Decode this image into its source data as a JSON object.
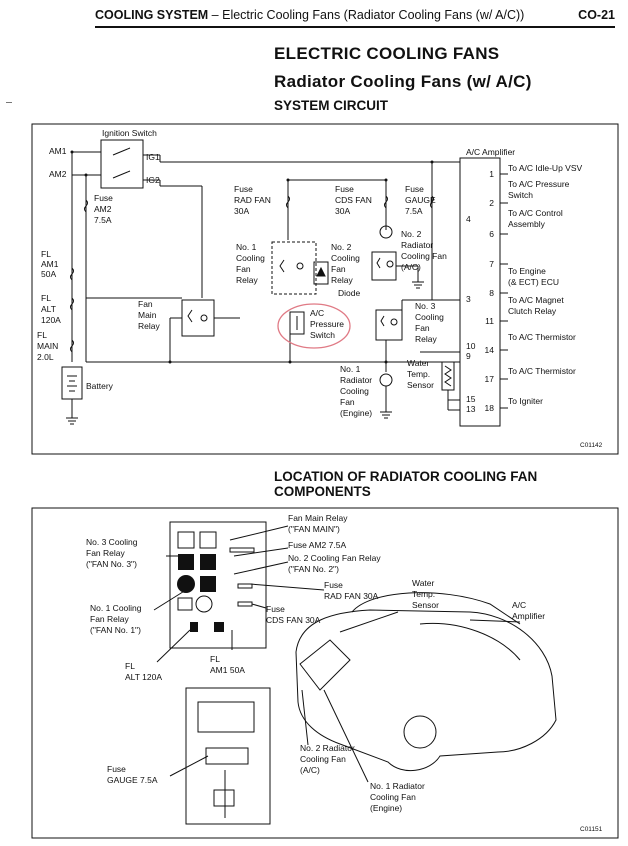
{
  "header": {
    "section": "COOLING SYSTEM",
    "subtitle": " – Electric Cooling Fans (Radiator Cooling Fans (w/ A/C))",
    "page": "CO-21"
  },
  "titles": {
    "main": "ELECTRIC COOLING FANS",
    "sub": "Radiator Cooling Fans (w/ A/C)",
    "circuit": "SYSTEM CIRCUIT",
    "location": "LOCATION OF RADIATOR COOLING FAN COMPONENTS"
  },
  "circuit": {
    "ignition_switch": "Ignition Switch",
    "am1": "AM1",
    "am2": "AM2",
    "ig1": "IG1",
    "ig2": "IG2",
    "fuse_am2": [
      "Fuse",
      "AM2",
      "7.5A"
    ],
    "fl_am1": [
      "FL",
      "AM1",
      "50A"
    ],
    "fl_alt": [
      "FL",
      "ALT",
      "120A"
    ],
    "fl_main": [
      "FL",
      "MAIN",
      "2.0L"
    ],
    "battery": "Battery",
    "fan_main_relay": [
      "Fan",
      "Main",
      "Relay"
    ],
    "fuse_rad_fan": [
      "Fuse",
      "RAD FAN",
      "30A"
    ],
    "fuse_cds_fan": [
      "Fuse",
      "CDS FAN",
      "30A"
    ],
    "fuse_gauge": [
      "Fuse",
      "GAUGE",
      "7.5A"
    ],
    "no1_relay": [
      "No. 1",
      "Cooling",
      "Fan",
      "Relay"
    ],
    "no2_relay": [
      "No. 2",
      "Cooling",
      "Fan",
      "Relay"
    ],
    "diode": "Diode",
    "no2_fan": [
      "No. 2",
      "Radiator",
      "Cooling Fan",
      "(A/C)"
    ],
    "no3_relay": [
      "No. 3",
      "Cooling",
      "Fan",
      "Relay"
    ],
    "ac_pressure": [
      "A/C",
      "Pressure",
      "Switch"
    ],
    "water_temp": [
      "Water",
      "Temp.",
      "Sensor"
    ],
    "no1_fan": [
      "No. 1",
      "Radiator",
      "Cooling",
      "Fan",
      "(Engine)"
    ],
    "ac_amplifier": "A/C Amplifier",
    "terminals": [
      {
        "num": "1",
        "label": "To A/C Idle-Up VSV"
      },
      {
        "num": "2",
        "label": "To A/C Pressure Switch"
      },
      {
        "num": "6",
        "label": "To A/C Control Assembly"
      },
      {
        "num": "7",
        "label": "To Engine (& ECT) ECU"
      },
      {
        "num": "8",
        "label": "To A/C Magnet Clutch Relay"
      },
      {
        "num": "11",
        "label": "To A/C Thermistor"
      },
      {
        "num": "14",
        "label": "To A/C Thermistor"
      },
      {
        "num": "17",
        "label": "To A/C Thermistor"
      },
      {
        "num": "18",
        "label": "To Igniter"
      }
    ],
    "pin_4": "4",
    "pin_3": "3",
    "pin_10": "10",
    "pin_9": "9",
    "pin_15": "15",
    "pin_13": "13",
    "code": "C01142"
  },
  "location": {
    "fan_main_relay": [
      "Fan Main Relay",
      "(\"FAN MAIN\")"
    ],
    "fuse_am2": "Fuse AM2 7.5A",
    "no2_relay": [
      "No. 2 Cooling Fan Relay",
      "(\"FAN No. 2\")"
    ],
    "fuse_rad": [
      "Fuse",
      "RAD FAN 30A"
    ],
    "fuse_cds": [
      "Fuse",
      "CDS FAN 30A"
    ],
    "no3_relay": [
      "No. 3 Cooling",
      "Fan Relay",
      "(\"FAN No. 3\")"
    ],
    "no1_relay": [
      "No. 1 Cooling",
      "Fan Relay",
      "(\"FAN No. 1\")"
    ],
    "fl_alt": [
      "FL",
      "ALT 120A"
    ],
    "fl_am1": [
      "FL",
      "AM1 50A"
    ],
    "water_temp": [
      "Water",
      "Temp.",
      "Sensor"
    ],
    "ac_amplifier": [
      "A/C",
      "Amplifier"
    ],
    "fuse_gauge": [
      "Fuse",
      "GAUGE 7.5A"
    ],
    "no2_fan": [
      "No. 2 Radiator",
      "Cooling Fan",
      "(A/C)"
    ],
    "no1_fan": [
      "No. 1 Radiator",
      "Cooling Fan",
      "(Engine)"
    ],
    "code": "C01151"
  }
}
